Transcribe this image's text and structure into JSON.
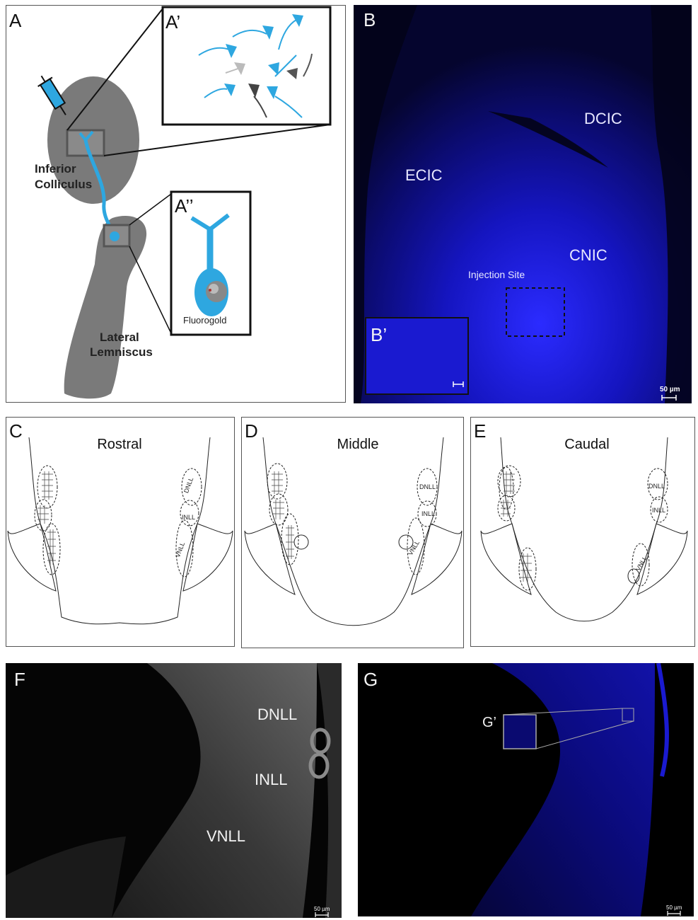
{
  "panelA": {
    "letter": "A",
    "inset1": "A’",
    "inset2": "A’’",
    "ic_label_line1": "Inferior",
    "ic_label_line2": "Colliculus",
    "ll_label_line1": "Lateral",
    "ll_label_line2": "Lemniscus",
    "tracer": "Fluorogold"
  },
  "panelB": {
    "letter": "B",
    "inset": "B’",
    "regions": [
      "DCIC",
      "ECIC",
      "CNIC"
    ],
    "injection": "Injection Site",
    "scale": "50 µm"
  },
  "sections": [
    {
      "letter": "C",
      "title": "Rostral",
      "labels": [
        "DNLL",
        "INLL",
        "VNLL"
      ]
    },
    {
      "letter": "D",
      "title": "Middle",
      "labels": [
        "DNLL",
        "INLL",
        "VNLL"
      ]
    },
    {
      "letter": "E",
      "title": "Caudal",
      "labels": [
        "DNLL",
        "INLL",
        "VNLL"
      ]
    }
  ],
  "panelF": {
    "letter": "F",
    "regions": [
      "DNLL",
      "INLL",
      "VNLL"
    ],
    "scale": "50 µm"
  },
  "panelG": {
    "letter": "G",
    "inset": "G’",
    "scale": "50 µm"
  },
  "colors": {
    "tissue_gray": "#7a7a7a",
    "neuron_blue": "#2ea7e0",
    "dapi_blue": "#1a1aff",
    "background_dark": "#000000"
  }
}
